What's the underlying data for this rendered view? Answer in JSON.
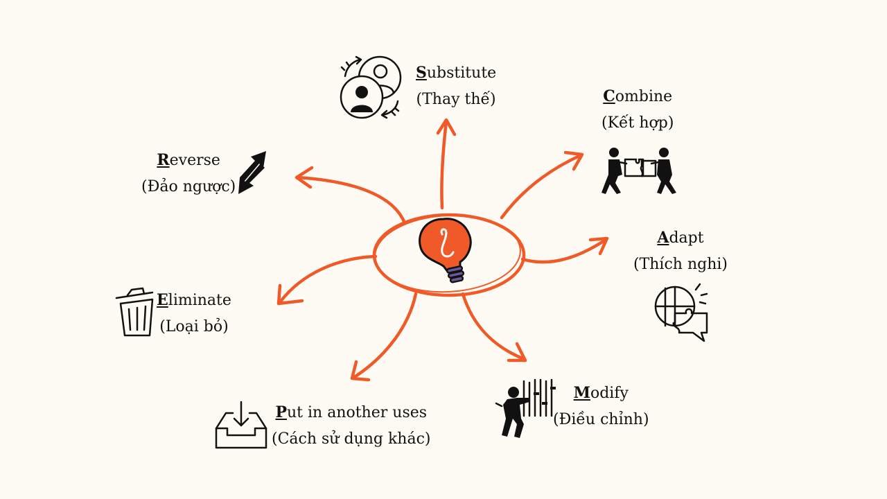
{
  "colors": {
    "background": "#fdfbf3",
    "accent": "#f05a28",
    "ink": "#111111",
    "bulb_base": "#6a5a9c"
  },
  "center": {
    "icon": "lightbulb-icon"
  },
  "nodes": [
    {
      "id": "substitute",
      "first": "S",
      "rest": "ubstitute",
      "sub": "(Thay thế)",
      "icon": "swap-people-icon"
    },
    {
      "id": "combine",
      "first": "C",
      "rest": "ombine",
      "sub": "(Kết hợp)",
      "icon": "puzzle-people-icon"
    },
    {
      "id": "adapt",
      "first": "A",
      "rest": "dapt",
      "sub": "(Thích nghi)",
      "icon": "puzzle-chat-icon"
    },
    {
      "id": "modify",
      "first": "M",
      "rest": "odify",
      "sub": "(Điều chỉnh)",
      "icon": "adjust-sliders-icon"
    },
    {
      "id": "put",
      "first": "P",
      "rest": "ut in another uses",
      "sub": "(Cách sử dụng khác)",
      "icon": "inbox-download-icon"
    },
    {
      "id": "eliminate",
      "first": "E",
      "rest": "liminate",
      "sub": "(Loại bỏ)",
      "icon": "trash-icon"
    },
    {
      "id": "reverse",
      "first": "R",
      "rest": "everse",
      "sub": "(Đảo ngược)",
      "icon": "reverse-arrows-icon"
    }
  ]
}
